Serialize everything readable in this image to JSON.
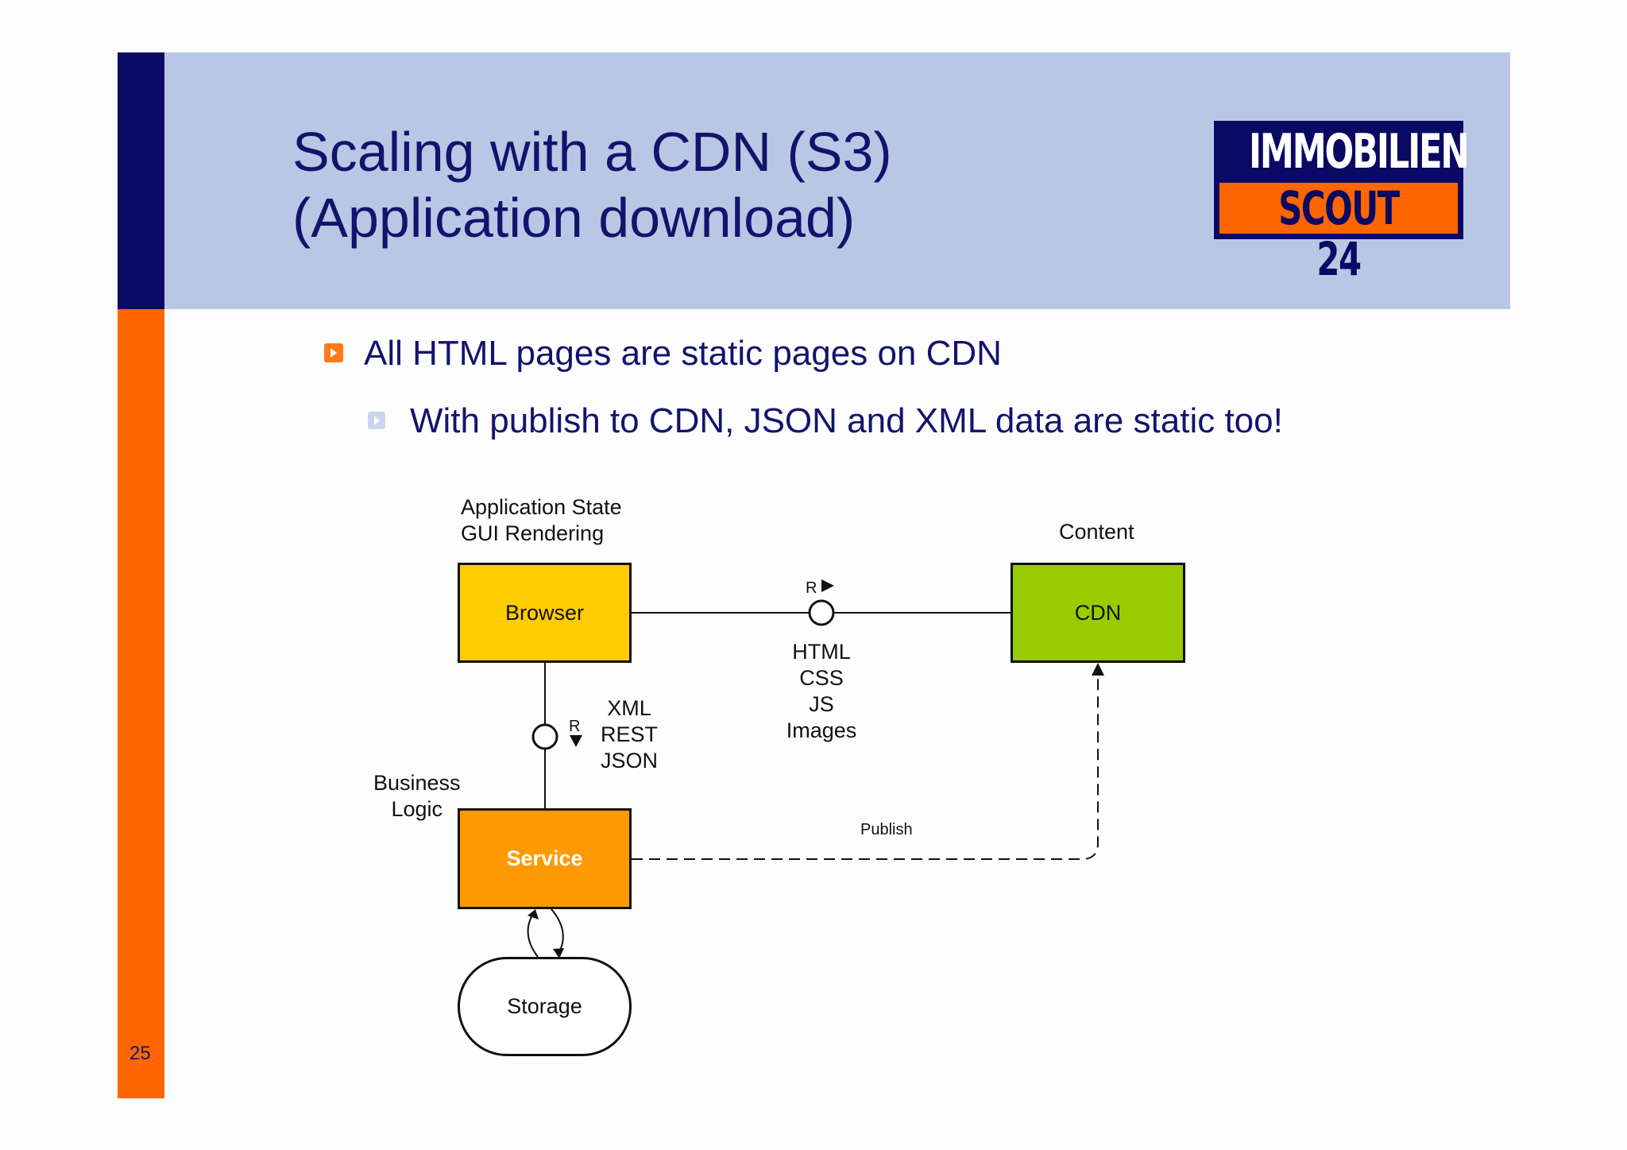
{
  "slide": {
    "title_line1": "Scaling with a CDN (S3)",
    "title_line2": "(Application download)",
    "page_number": "25"
  },
  "logo": {
    "line1": "IMMOBILIEN",
    "line2": "SCOUT 24"
  },
  "bullets": {
    "level1": "All HTML pages are static pages on CDN",
    "level2": "With publish to CDN, JSON and XML data are static too!"
  },
  "diagram": {
    "browser_caption_line1": "Application State",
    "browser_caption_line2": "GUI Rendering",
    "cdn_caption": "Content",
    "service_caption_line1": "Business",
    "service_caption_line2": "Logic",
    "browser": "Browser",
    "cdn": "CDN",
    "service": "Service",
    "storage": "Storage",
    "r_top": "R",
    "r_side": "R",
    "cdn_protocols": [
      "HTML",
      "CSS",
      "JS",
      "Images"
    ],
    "service_protocols": [
      "XML",
      "REST",
      "JSON"
    ],
    "publish": "Publish"
  }
}
